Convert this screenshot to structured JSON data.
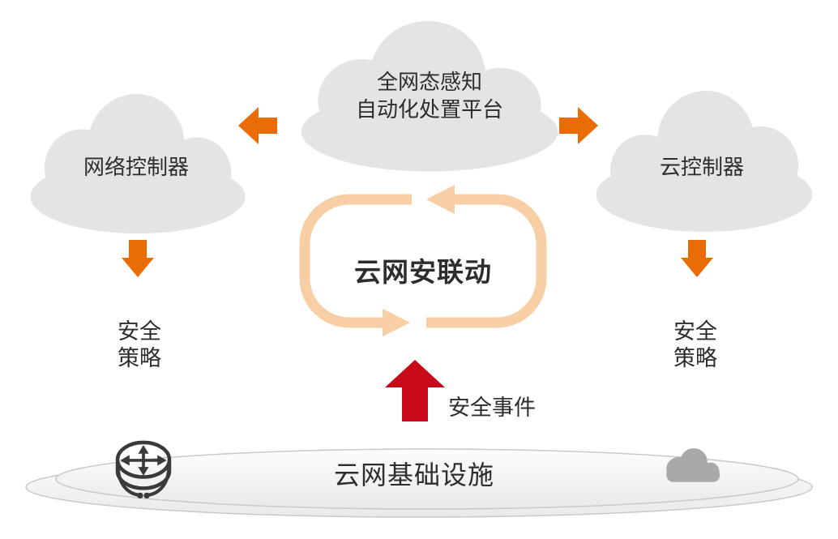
{
  "colors": {
    "cloud_fill": "#e4e4e5",
    "mini_cloud": "#a9a9a9",
    "orange": "#ea6c05",
    "peach": "#f8cfa5",
    "red": "#c9091a",
    "text": "#2d2d2d",
    "platform_stroke": "#c9c9c9",
    "icon_stroke": "#3a3a3a"
  },
  "diagram": {
    "platform_cloud": {
      "line1": "全网态感知",
      "line2": "自动化处置平台"
    },
    "network_controller_label": "网络控制器",
    "cloud_controller_label": "云控制器",
    "loop_label": "云网安联动",
    "policy_left": {
      "line1": "安全",
      "line2": "策略"
    },
    "policy_right": {
      "line1": "安全",
      "line2": "策略"
    },
    "security_event_label": "安全事件",
    "infrastructure_label": "云网基础设施"
  },
  "icons": {
    "top_cloud": "cloud-icon",
    "left_cloud": "cloud-icon",
    "right_cloud": "cloud-icon",
    "mini_cloud": "cloud-icon",
    "arrow_to_network": "arrow-left-icon",
    "arrow_to_cloud": "arrow-right-icon",
    "arrow_policy_left": "arrow-down-icon",
    "arrow_policy_right": "arrow-down-icon",
    "arrow_event": "arrow-up-icon",
    "loop": "cycle-loop-icon",
    "router": "router-icon"
  }
}
